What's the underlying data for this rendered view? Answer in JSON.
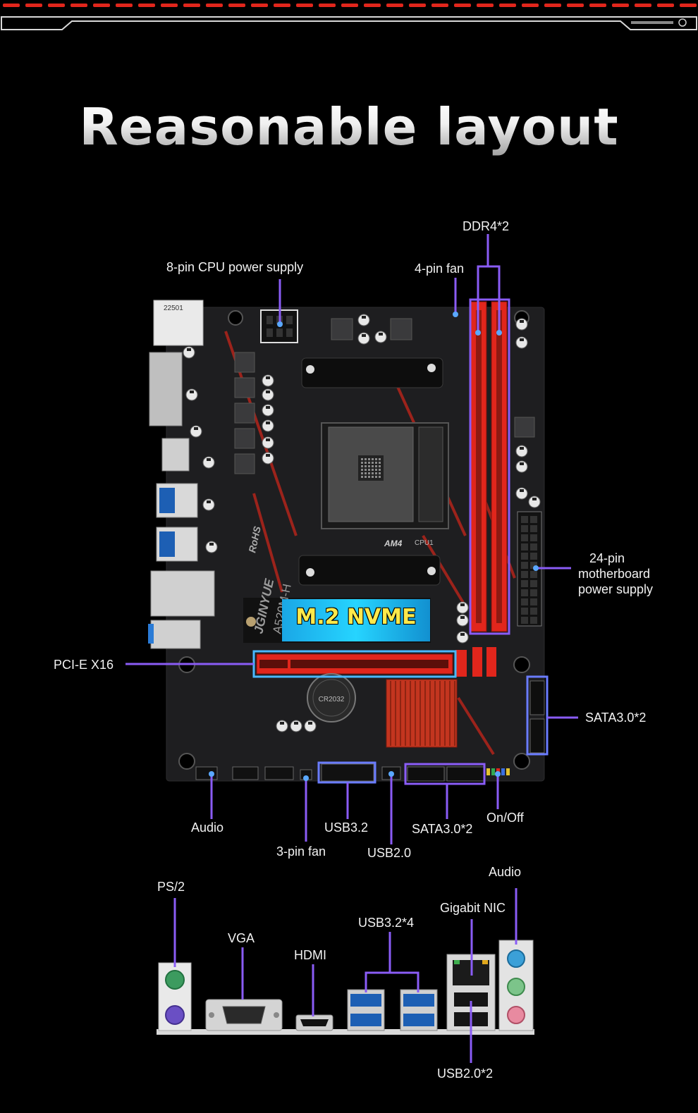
{
  "title": "Reasonable layout",
  "board": {
    "sticker": "22501",
    "m2_label": "M.2 NVME",
    "socket_mark": "AM4",
    "cpu_mark": "CPU1",
    "brand": "JGINYUE",
    "model": "A520M-H",
    "rohs": "RoHS",
    "battery": "CR2032"
  },
  "callouts": {
    "ddr4": "DDR4*2",
    "cpu_power": "8-pin CPU power supply",
    "fan4": "4-pin fan",
    "atx24": [
      "24-pin",
      "motherboard",
      "power supply"
    ],
    "pcie": "PCI-E X16",
    "sata_right": "SATA3.0*2",
    "audio_header": "Audio",
    "usb32_header": "USB3.2",
    "fan3": "3-pin fan",
    "usb20_header": "USB2.0",
    "sata_bottom": "SATA3.0*2",
    "onoff": "On/Off"
  },
  "io": {
    "ps2": "PS/2",
    "vga": "VGA",
    "hdmi": "HDMI",
    "usb32x4": "USB3.2*4",
    "nic": "Gigabit NIC",
    "audio": "Audio",
    "usb20x2": "USB2.0*2"
  },
  "colors": {
    "accent_red": "#e1261c",
    "callout_purple": "#8a5cf6",
    "callout_blue": "#6a7cff",
    "highlight_cyan": "#4ab8ff",
    "board": "#1c1c1e"
  }
}
